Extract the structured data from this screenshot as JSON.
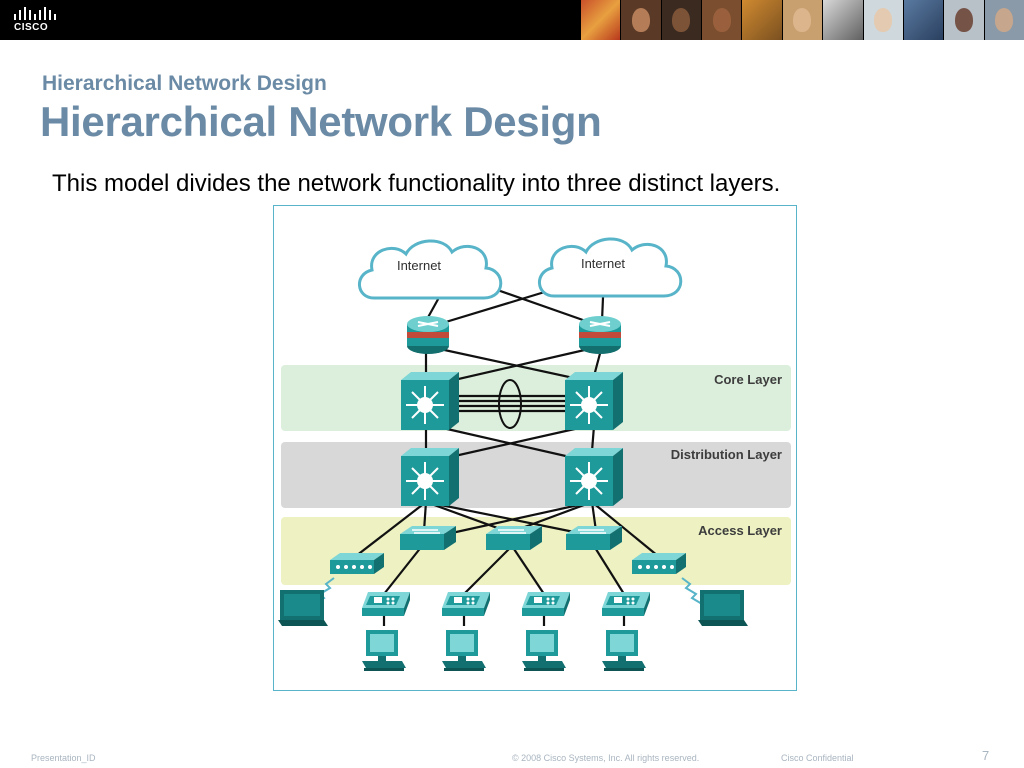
{
  "header": {
    "brand": "CISCO",
    "brand_color": "#000000",
    "photo_count": 11
  },
  "slide": {
    "subtitle": "Hierarchical Network Design",
    "title": "Hierarchical Network Design",
    "title_color": "#6a8aa5",
    "body": "This model divides the network functionality into three distinct layers."
  },
  "diagram": {
    "clouds": [
      {
        "label": "Internet"
      },
      {
        "label": "Internet"
      }
    ],
    "layers": [
      {
        "label": "Core Layer",
        "color": "#dcefdc"
      },
      {
        "label": "Distribution Layer",
        "color": "#d8d8d8"
      },
      {
        "label": "Access Layer",
        "color": "#eef2c2"
      }
    ],
    "device_color": "#1f9a9a",
    "icons": [
      "cloud-icon",
      "router-icon",
      "multilayer-switch-icon",
      "switch-icon",
      "wireless-access-point-icon",
      "ip-phone-icon",
      "pc-icon",
      "laptop-icon"
    ]
  },
  "footer": {
    "presentation_id": "Presentation_ID",
    "copyright": "© 2008 Cisco Systems, Inc. All rights reserved.",
    "confidential": "Cisco Confidential",
    "page_number": "7"
  }
}
